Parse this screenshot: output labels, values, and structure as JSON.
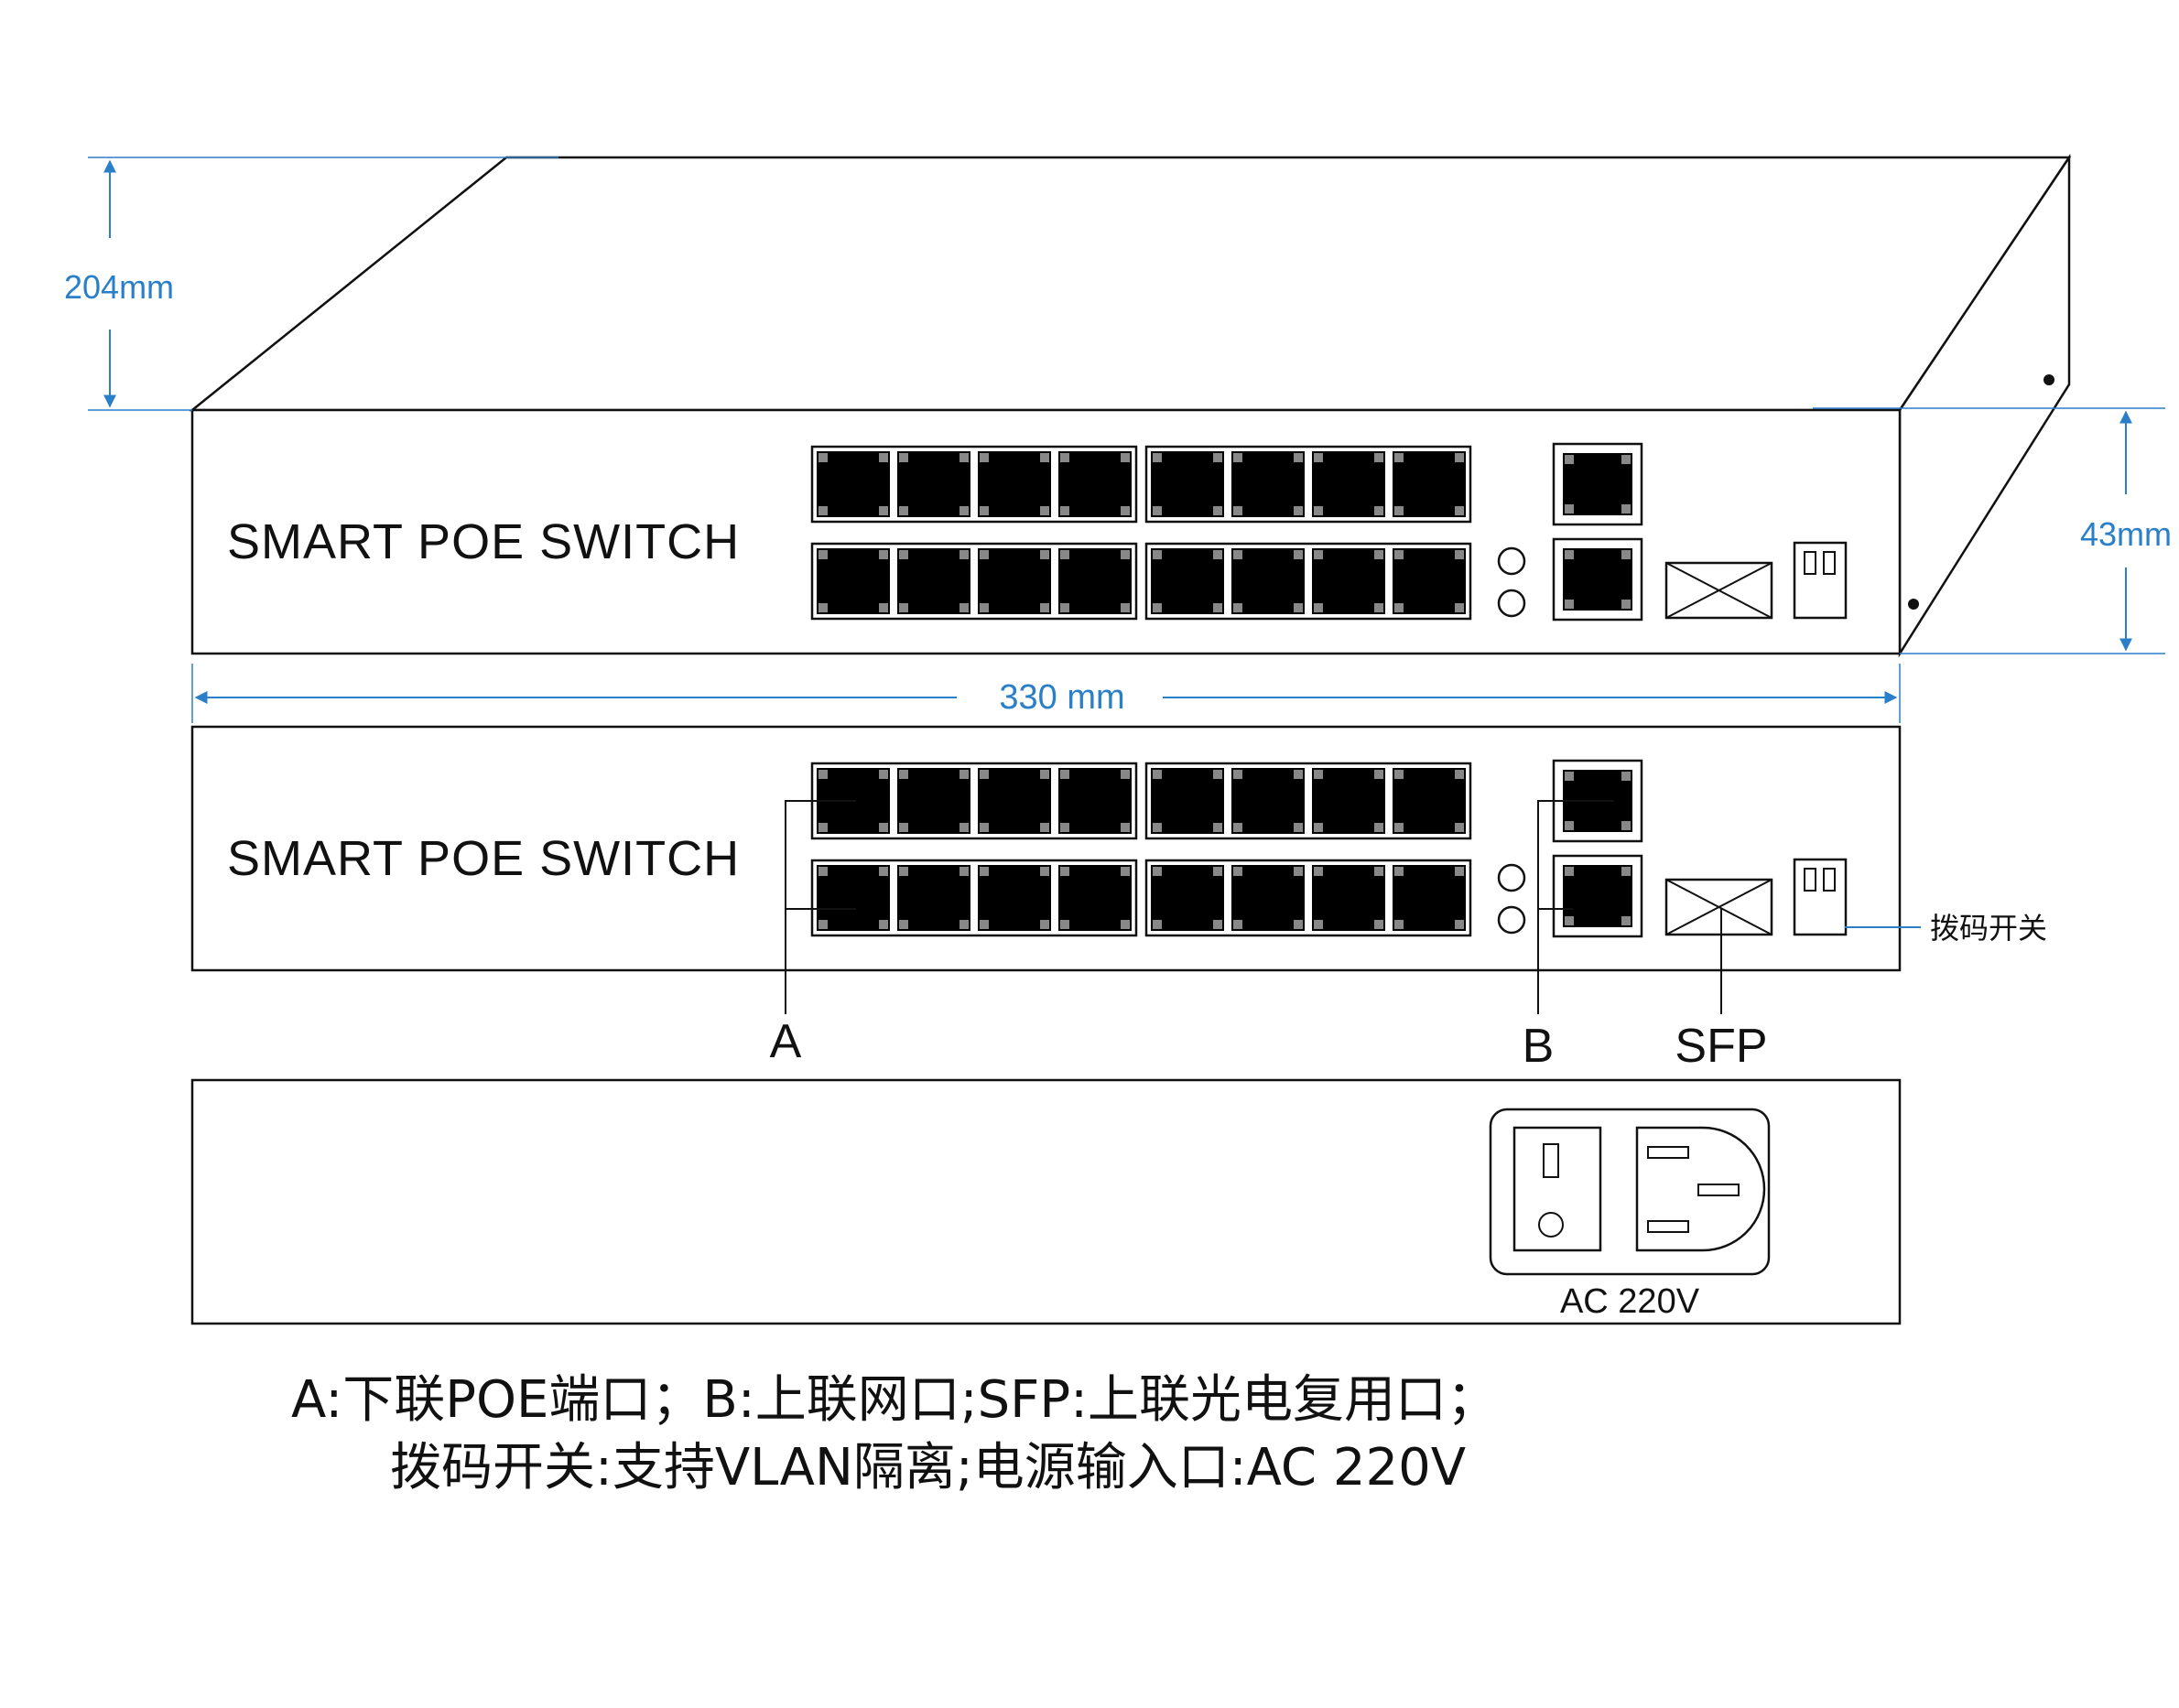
{
  "dimensions": {
    "depth": "204mm",
    "height": "43mm",
    "width": "330 mm"
  },
  "device": {
    "brand_text_top": "SMART POE SWITCH",
    "brand_text_front": "SMART POE SWITCH",
    "power_label": "AC 220V"
  },
  "callouts": {
    "a": "A",
    "b": "B",
    "sfp": "SFP",
    "dip": "拨码开关"
  },
  "legend": {
    "line1": "A:下联POE端口；B:上联网口;SFP:上联光电复用口；",
    "line2": "拨码开关:支持VLAN隔离;电源输入口:AC 220V"
  },
  "colors": {
    "dimension": "#2a7fc9",
    "outline": "#111111",
    "port_fill": "#000000",
    "port_led": "#888888"
  }
}
